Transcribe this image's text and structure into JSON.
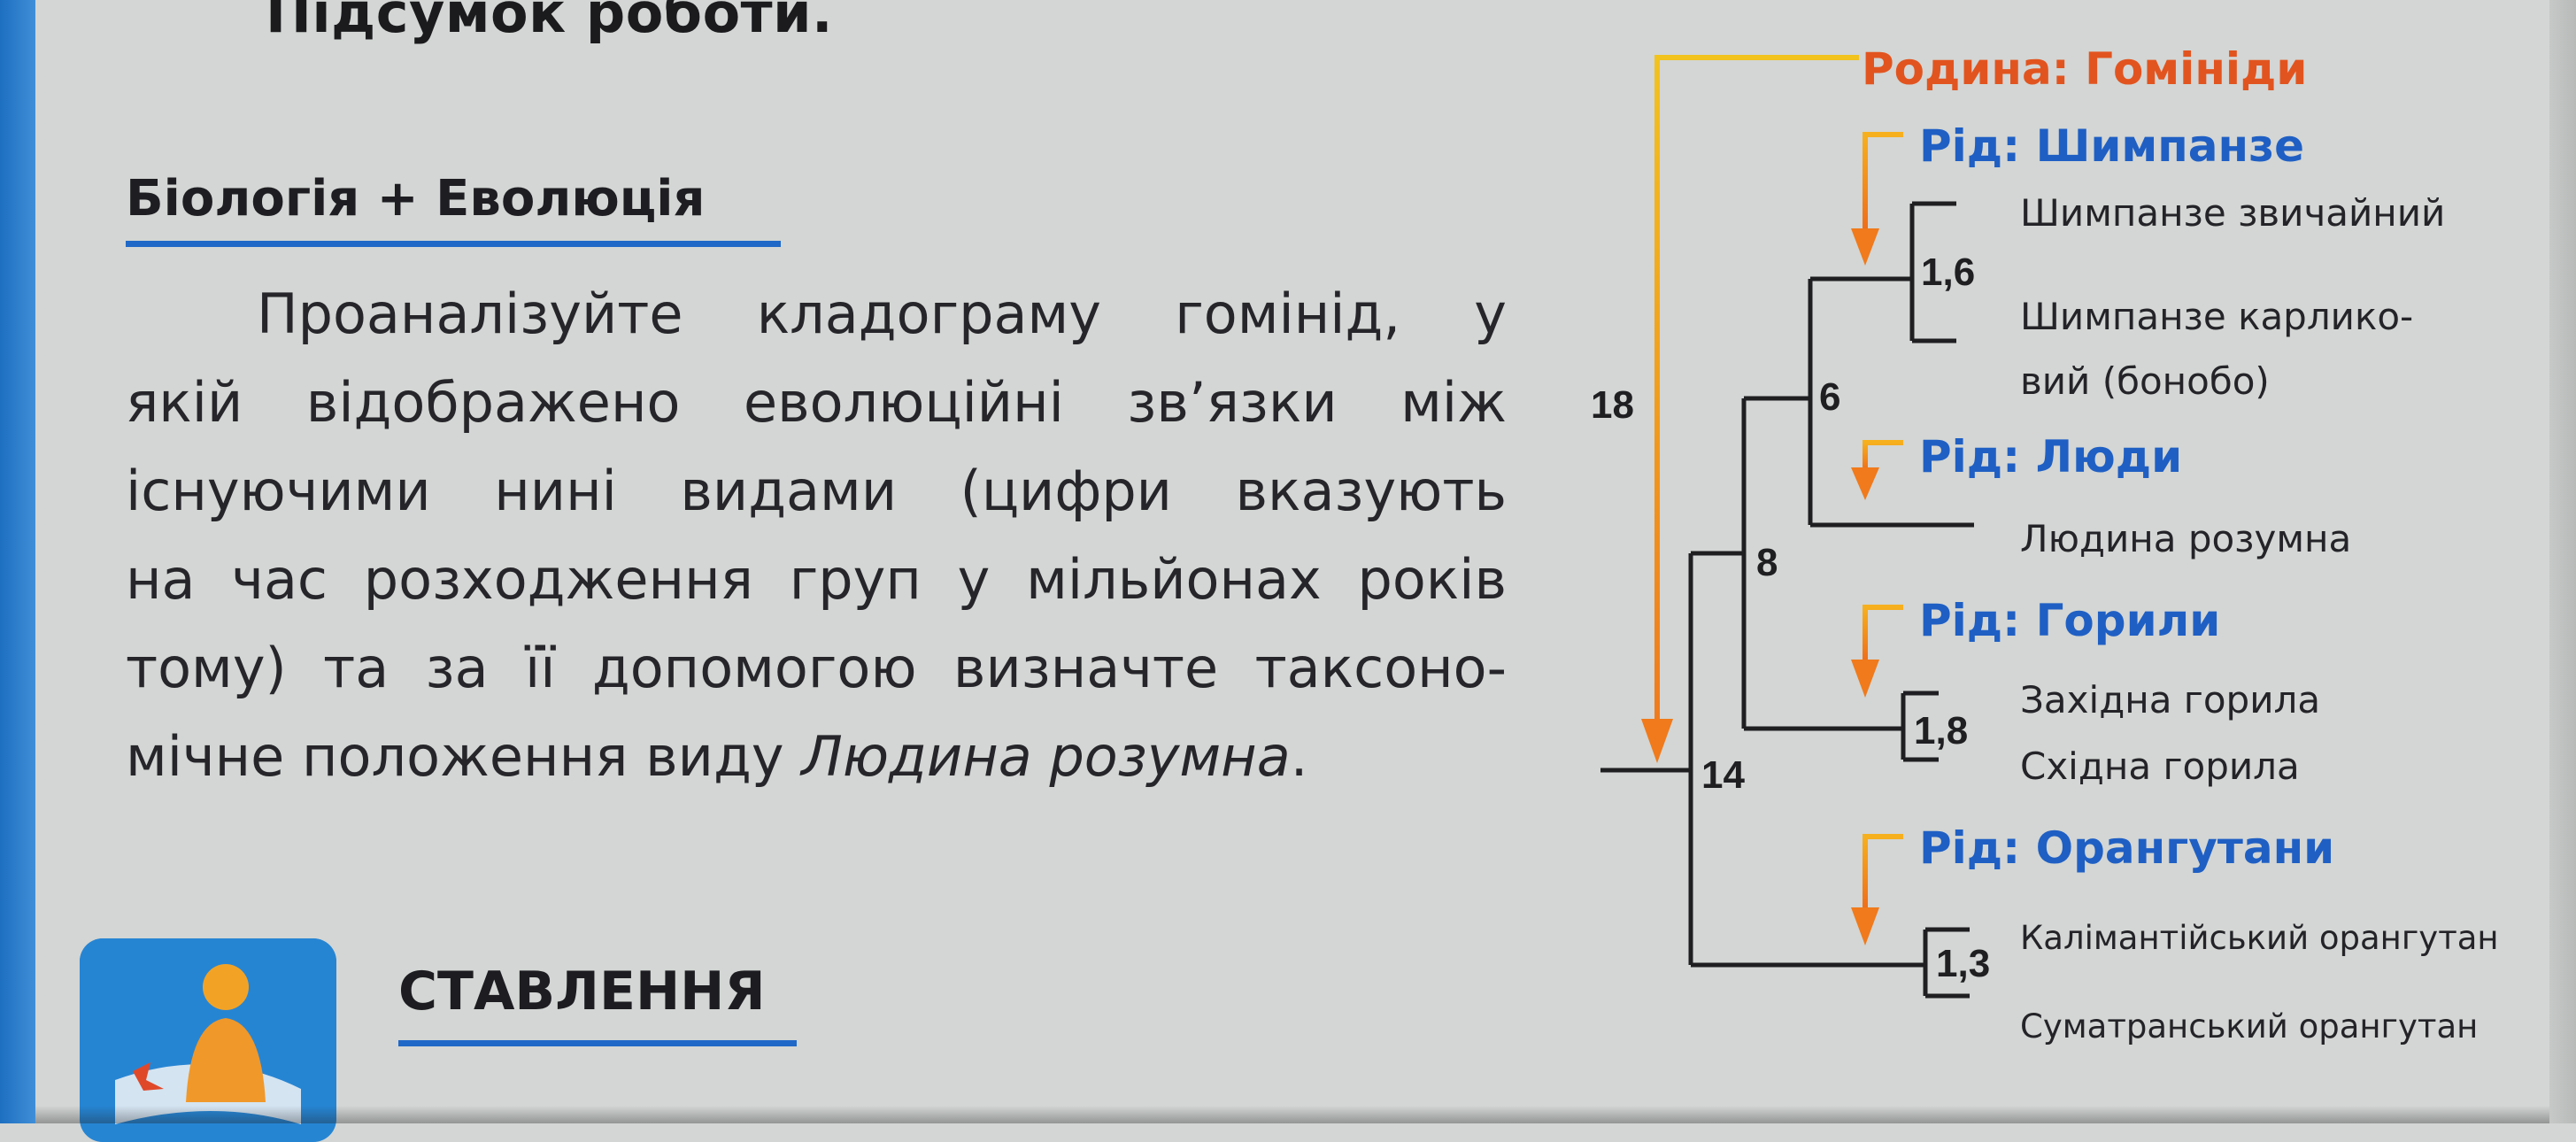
{
  "page": {
    "top_heading": "Підсумок роботи.",
    "section_title": "Біологія + Еволюція",
    "paragraph": {
      "lines": [
        "Проаналізуйте кладограму гомінід, у",
        "якій відображено еволюційні зв’язки між",
        "існуючими нині видами (цифри вказують",
        "на час розходження груп у мільйонах років",
        "тому) та за її допомогою визначте таксоно-",
        "мічне положення виду "
      ],
      "italic_term": "Людина розумна",
      "end": "."
    },
    "attitude_label": "СТАВЛЕННЯ"
  },
  "cladogram": {
    "family": "Родина: Гомініди",
    "genera": {
      "chimp": "Рід: Шимпанзе",
      "human": "Рід: Люди",
      "gorilla": "Рід: Горили",
      "orangutan": "Рід: Орангутани"
    },
    "species": {
      "chimp_common": "Шимпанзе звичайний",
      "bonobo_line1": "Шимпанзе карлико-",
      "bonobo_line2": "вий (бонобо)",
      "human": "Людина розумна",
      "gorilla_west": "Західна горила",
      "gorilla_east": "Східна горила",
      "orang_borneo": "Калімантійський орангутан",
      "orang_sumatra": "Суматранський орангутан"
    },
    "divergence": {
      "family": "18",
      "orangutan_split": "14",
      "gorilla_split": "8",
      "human_chimp_split": "6",
      "chimp_split": "1,6",
      "gorilla_species_split": "1,8",
      "orangutan_species_split": "1,3"
    },
    "colors": {
      "genus_text": "#1f5fc4",
      "family_text": "#e2541f",
      "arrow_orange": "#f07a1c",
      "arrow_yellow": "#f2c21d",
      "line": "#1f1f22"
    }
  }
}
